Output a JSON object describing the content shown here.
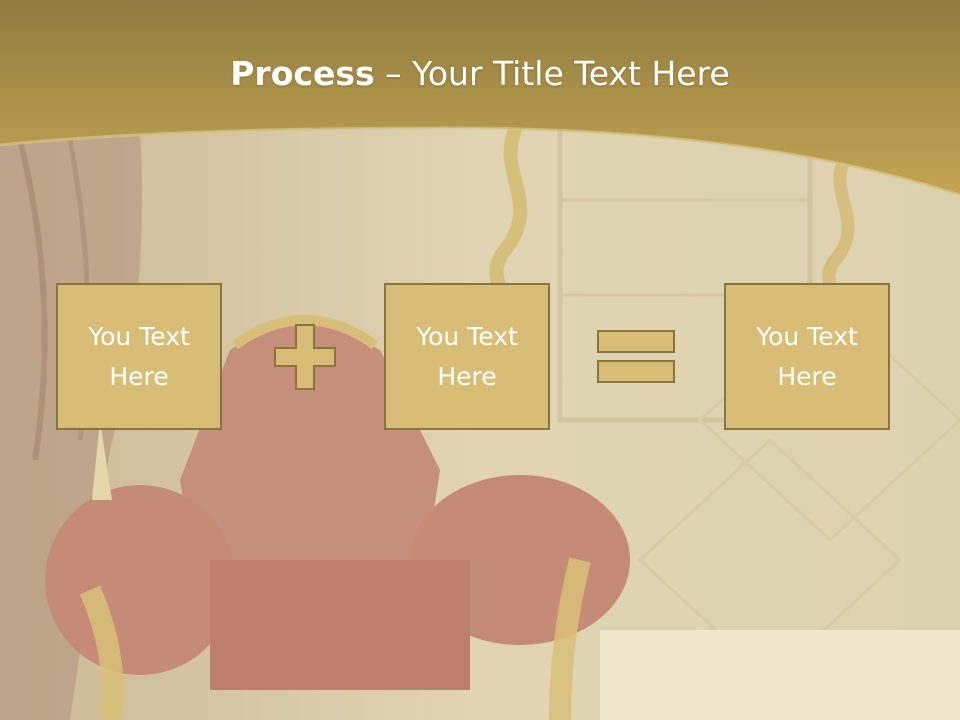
{
  "slide": {
    "title_bold": "Process",
    "title_dash": " – ",
    "title_rest": "Your Title Text Here"
  },
  "process": {
    "boxes": [
      {
        "label": "You Text Here"
      },
      {
        "label": "You Text Here"
      },
      {
        "label": "You Text Here"
      }
    ],
    "operators": [
      "plus-icon",
      "equals-icon"
    ]
  },
  "colors": {
    "header_gold": "#b99a4c",
    "box_fill": "#d8bd76",
    "box_border": "#8a7440",
    "text": "#ffffff"
  }
}
